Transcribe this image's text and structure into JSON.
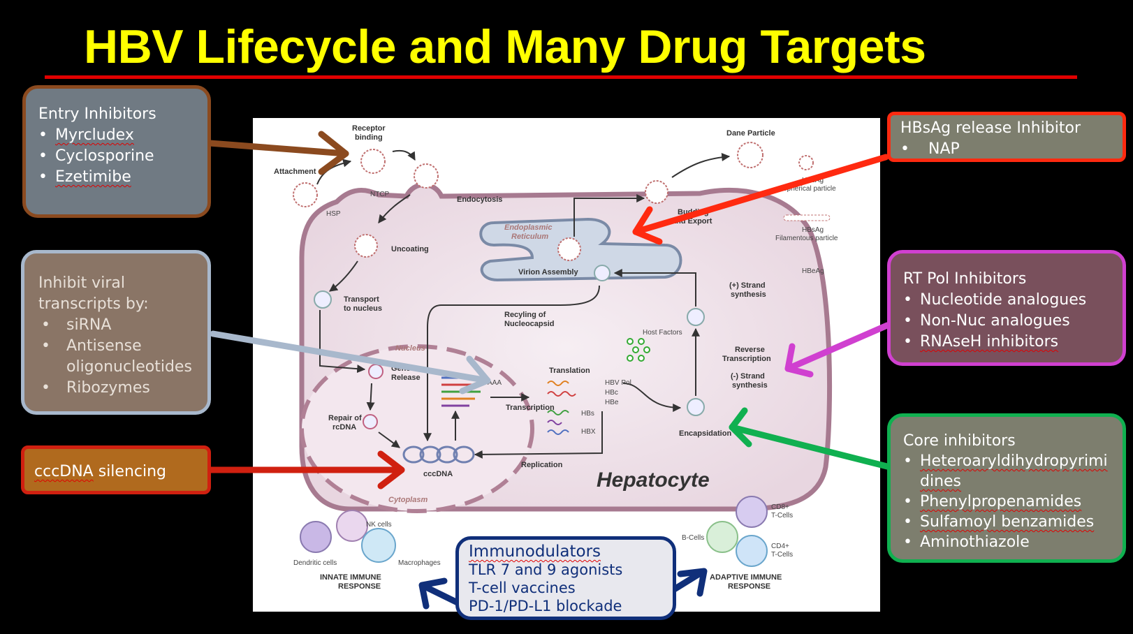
{
  "title": "HBV Lifecycle and Many Drug Targets",
  "colors": {
    "title": "#ffff00",
    "rule": "#e00000",
    "background": "#000000"
  },
  "callouts": {
    "entry": {
      "heading": "Entry Inhibitors",
      "items": [
        "Myrcludex",
        "Cyclosporine",
        "Ezetimibe"
      ]
    },
    "transcripts": {
      "heading_line1": "Inhibit viral",
      "heading_line2": "transcripts by:",
      "items": [
        "siRNA",
        "Antisense oligonucleotides",
        "Ribozymes"
      ]
    },
    "cccdna": {
      "label_a": "cccDNA",
      "label_b": " silencing"
    },
    "hbsag": {
      "heading": "HBsAg release Inhibitor",
      "items": [
        "NAP"
      ]
    },
    "rtpol": {
      "heading": "RT Pol Inhibitors",
      "items": [
        "Nucleotide analogues",
        "Non-Nuc analogues",
        "RNAseH inhibitors"
      ]
    },
    "core": {
      "heading": "Core inhibitors",
      "items": [
        "Heteroaryldihydropyrimidines",
        "Phenylpropenamides",
        "Sulfamoyl benzamides",
        "Aminothiazole"
      ]
    },
    "immuno": {
      "heading": "Immunodulators",
      "items": [
        "TLR 7 and 9 agonists",
        "T-cell vaccines",
        "PD-1/PD-L1 blockade"
      ]
    }
  },
  "diagram": {
    "hepatocyte": "Hepatocyte",
    "nucleus": "Nucleus",
    "cytoplasm": "Cytoplasm",
    "receptor_binding_1": "Receptor",
    "receptor_binding_2": "binding",
    "attachment": "Attachment",
    "hsp": "HSP",
    "ntcp": "NTCP",
    "endocytosis": "Endocytosis",
    "uncoating": "Uncoating",
    "transport_1": "Transport",
    "transport_2": "to nucleus",
    "genome_1": "Genome",
    "genome_2": "Release",
    "repair_1": "Repair of",
    "repair_2": "rcDNA",
    "cccdna": "cccDNA",
    "transcription": "Transcription",
    "translation": "Translation",
    "replication": "Replication",
    "recycling_1": "Recyling of",
    "recycling_2": "Nucleocapsid",
    "er_1": "Endoplasmic",
    "er_2": "Reticulum",
    "virion_assembly": "Virion Assembly",
    "budding_1": "Budding",
    "budding_2": "and Export",
    "dane": "Dane Particle",
    "hbsag_sph_1": "HBsAg",
    "hbsag_sph_2": "Spherical particle",
    "hbsag_fil_1": "HBsAg",
    "hbsag_fil_2": "Filamentous particle",
    "hbeag": "HBeAg",
    "plus_strand_1": "(+) Strand",
    "plus_strand_2": "synthesis",
    "rev_tx_1": "Reverse",
    "rev_tx_2": "Transcription",
    "minus_strand_1": "(-) Strand",
    "minus_strand_2": "synthesis",
    "host_factors": "Host Factors",
    "encapsidation": "Encapsidation",
    "hbv_pol": "HBV Pol",
    "hbc": "HBc",
    "hbe": "HBe",
    "hbs": "HBs",
    "hbx": "HBX",
    "aaa": "AAA",
    "nk_cells": "NK cells",
    "dendritic": "Dendritic cells",
    "macrophages": "Macrophages",
    "innate_1": "INNATE IMMUNE",
    "innate_2": "RESPONSE",
    "b_cells": "B-Cells",
    "cd8_1": "CD8+",
    "cd8_2": "T-Cells",
    "cd4_1": "CD4+",
    "cd4_2": "T-Cells",
    "adaptive_1": "ADAPTIVE IMMUNE",
    "adaptive_2": "RESPONSE"
  }
}
